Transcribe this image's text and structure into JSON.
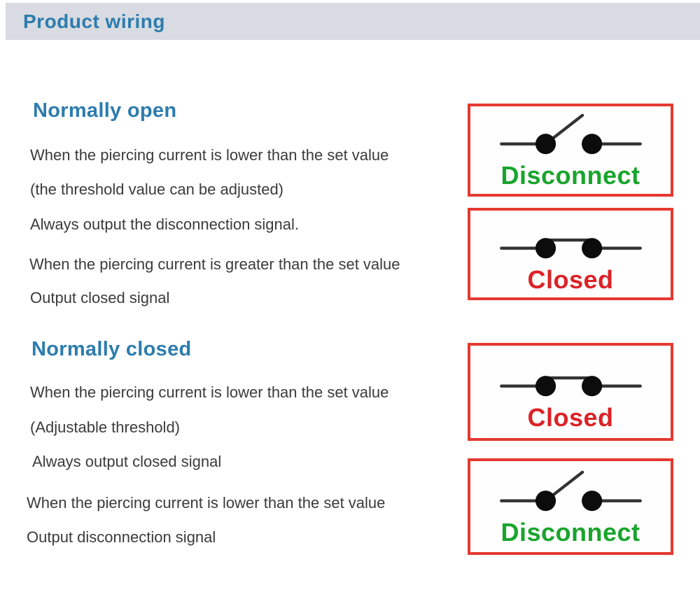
{
  "header": {
    "title": "Product wiring"
  },
  "colors": {
    "header_bg": "#d8dbe1",
    "heading_blue": "#2d7cad",
    "body_text": "#3b3b3b",
    "box_border_red": "#e53931",
    "label_green": "#18a52c",
    "label_red": "#dc2227",
    "switch_black": "#0c0c0c"
  },
  "sections": [
    {
      "heading": "Normally open",
      "lines": [
        "When the piercing current is lower than the set value",
        "(the threshold value can be adjusted)",
        "Always output the disconnection signal.",
        "When the piercing current is greater than the set value",
        "Output closed signal"
      ]
    },
    {
      "heading": "Normally closed",
      "lines": [
        "When the piercing current is lower than the set value",
        "(Adjustable threshold)",
        "Always output closed signal",
        "When the piercing current is lower than the set value",
        "Output disconnection signal"
      ]
    }
  ],
  "diagrams": [
    {
      "symbol": "open",
      "label": "Disconnect",
      "label_color": "green"
    },
    {
      "symbol": "closed",
      "label": "Closed",
      "label_color": "red"
    },
    {
      "symbol": "closed",
      "label": "Closed",
      "label_color": "red"
    },
    {
      "symbol": "open",
      "label": "Disconnect",
      "label_color": "green"
    }
  ]
}
